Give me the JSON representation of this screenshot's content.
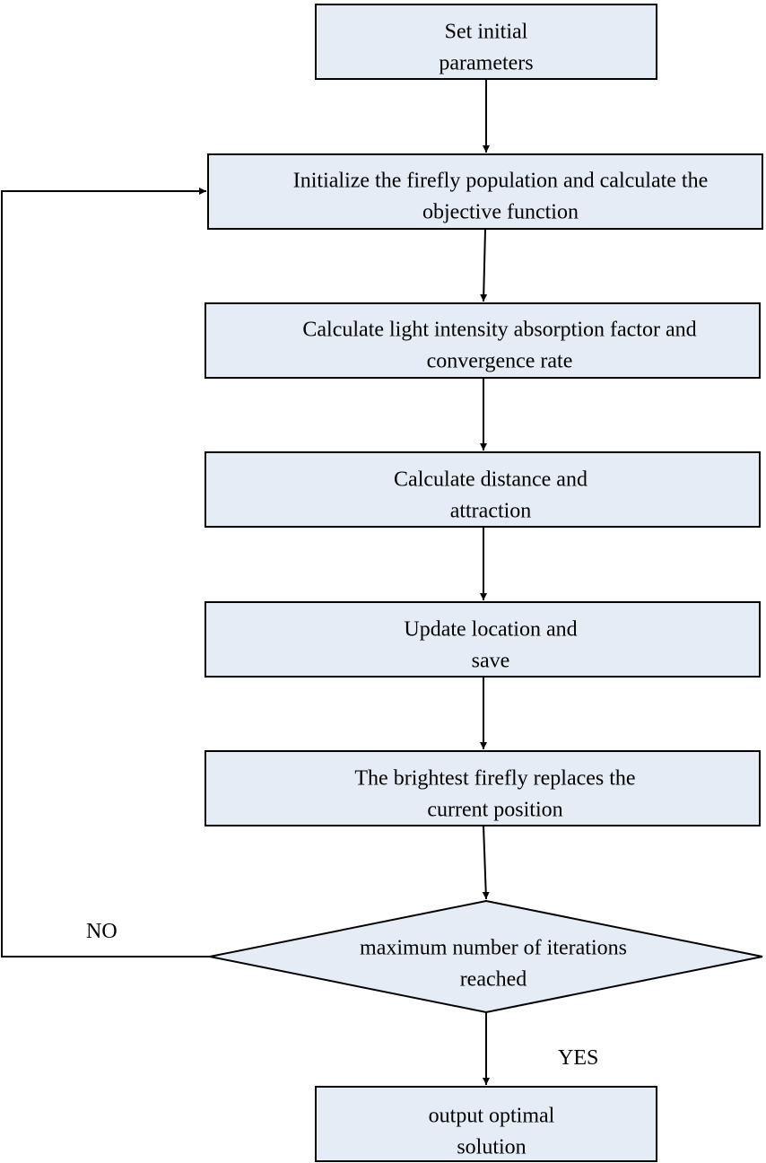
{
  "colors": {
    "node_fill": "#e6ecf6",
    "stroke": "#000000",
    "background": "#ffffff"
  },
  "nodes": [
    {
      "id": "set-initial-parameters",
      "shape": "rect",
      "lines": [
        "Set initial",
        "parameters"
      ]
    },
    {
      "id": "initialize-population",
      "shape": "rect",
      "lines": [
        "Initialize the firefly population and calculate the",
        "objective function"
      ]
    },
    {
      "id": "calculate-light-intensity",
      "shape": "rect",
      "lines": [
        "Calculate light intensity absorption factor and",
        "convergence rate"
      ]
    },
    {
      "id": "calculate-distance",
      "shape": "rect",
      "lines": [
        "Calculate distance and",
        "attraction"
      ]
    },
    {
      "id": "update-location",
      "shape": "rect",
      "lines": [
        "Update location and",
        "save"
      ]
    },
    {
      "id": "brightest-firefly",
      "shape": "rect",
      "lines": [
        "The brightest firefly replaces the",
        "current position"
      ]
    },
    {
      "id": "max-iterations",
      "shape": "diamond",
      "lines": [
        "maximum number of iterations",
        "reached"
      ]
    },
    {
      "id": "output-solution",
      "shape": "rect",
      "lines": [
        "output optimal",
        "solution"
      ]
    }
  ],
  "edges": [
    {
      "from": "set-initial-parameters",
      "to": "initialize-population",
      "label": ""
    },
    {
      "from": "initialize-population",
      "to": "calculate-light-intensity",
      "label": ""
    },
    {
      "from": "calculate-light-intensity",
      "to": "calculate-distance",
      "label": ""
    },
    {
      "from": "calculate-distance",
      "to": "update-location",
      "label": ""
    },
    {
      "from": "update-location",
      "to": "brightest-firefly",
      "label": ""
    },
    {
      "from": "brightest-firefly",
      "to": "max-iterations",
      "label": ""
    },
    {
      "from": "max-iterations",
      "to": "output-solution",
      "label": "YES"
    },
    {
      "from": "max-iterations",
      "to": "initialize-population",
      "label": "NO"
    }
  ]
}
